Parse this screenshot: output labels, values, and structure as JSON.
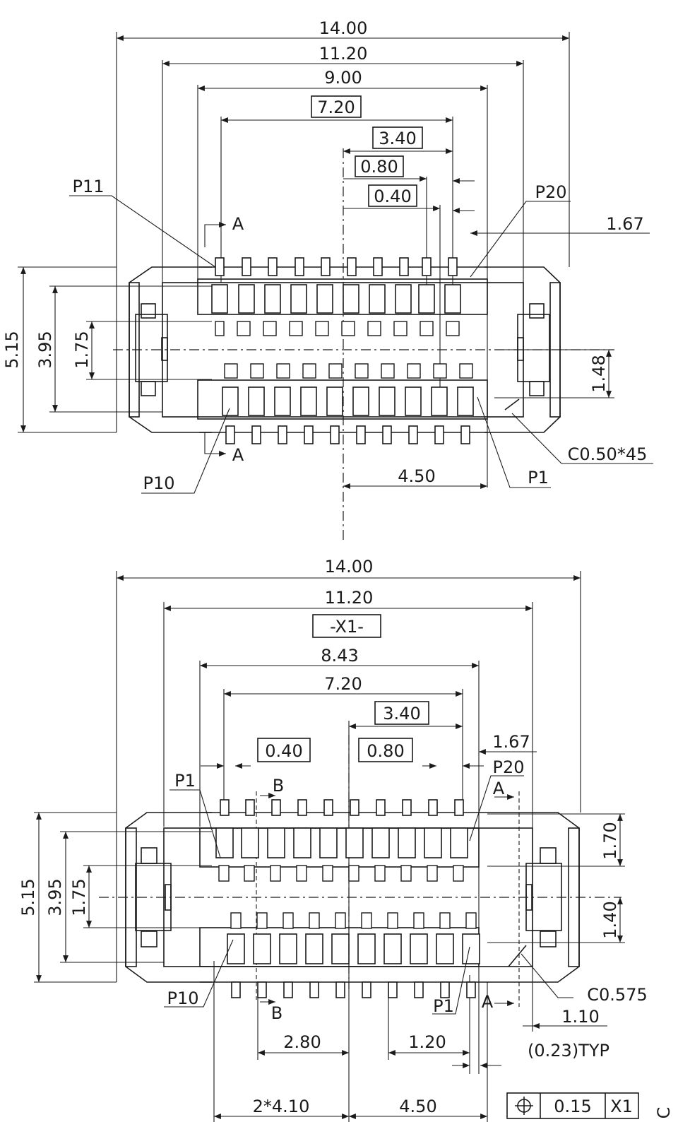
{
  "top_view": {
    "dims": {
      "overall_width": "14.00",
      "width_11": "11.20",
      "width_9": "9.00",
      "pitch_span": "7.20",
      "half_span": "3.40",
      "pitch_double": "0.80",
      "pitch": "0.40",
      "offset_167": "1.67",
      "height_515": "5.15",
      "height_395": "3.95",
      "height_175": "1.75",
      "height_148": "1.48",
      "width_450": "4.50",
      "chamfer": "C0.50*45"
    },
    "pins": {
      "p11": "P11",
      "p20": "P20",
      "p10": "P10",
      "p1": "P1"
    },
    "section": "A"
  },
  "bottom_view": {
    "dims": {
      "overall_width": "14.00",
      "width_11": "11.20",
      "datum": "-X1-",
      "width_843": "8.43",
      "pitch_span": "7.20",
      "half_span": "3.40",
      "pitch": "0.40",
      "pitch_double": "0.80",
      "offset_167": "1.67",
      "height_515": "5.15",
      "height_395": "3.95",
      "height_175": "1.75",
      "height_170": "1.70",
      "height_140": "1.40",
      "chamfer": "C0.575",
      "width_110": "1.10",
      "typ": "(0.23)TYP",
      "width_280": "2.80",
      "width_120": "1.20",
      "width_2x410": "2*4.10",
      "width_450": "4.50",
      "tolerance": "0.15",
      "tolerance_datum": "X1",
      "edge_mark": "C"
    },
    "pins": {
      "p1_top": "P1",
      "p20": "P20",
      "p10": "P10",
      "p1_bottom": "P1"
    },
    "section_a": "A",
    "section_b": "B"
  }
}
